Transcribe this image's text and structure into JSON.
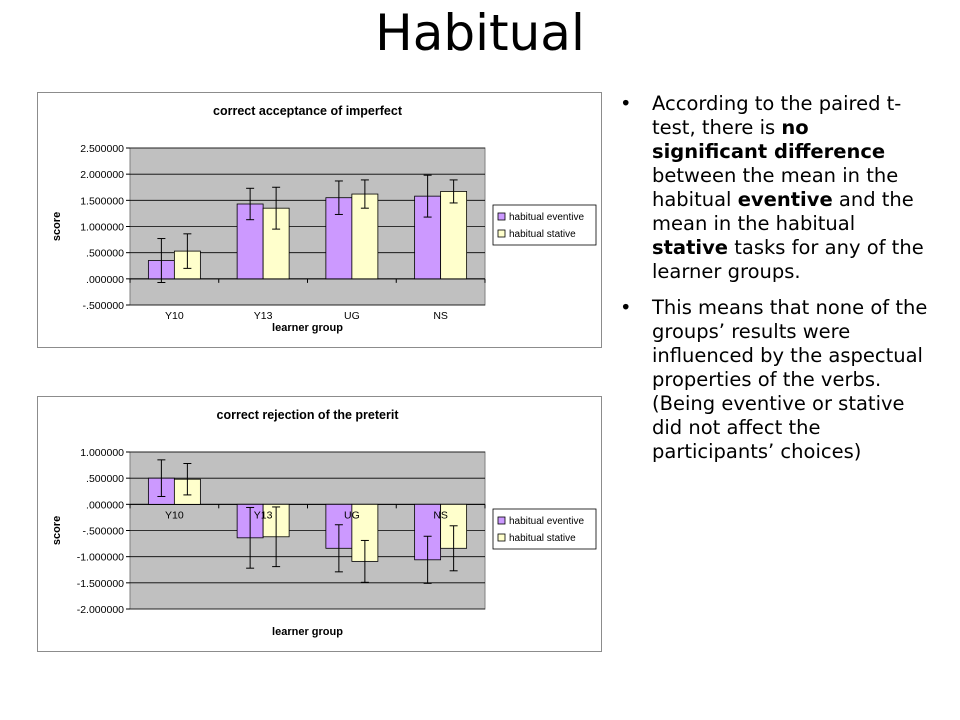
{
  "slide": {
    "title": "Habitual"
  },
  "text": {
    "bullet_char": "•",
    "bullet1": [
      {
        "t": "According to the paired t-test, there is ",
        "b": false
      },
      {
        "t": "no significant difference",
        "b": true
      },
      {
        "t": " between the mean in the habitual ",
        "b": false
      },
      {
        "t": "eventive",
        "b": true
      },
      {
        "t": " and the mean in the habitual ",
        "b": false
      },
      {
        "t": "stative",
        "b": true
      },
      {
        "t": " tasks for any of the learner groups.",
        "b": false
      }
    ],
    "bullet2": [
      {
        "t": "This means that none of the groups’ results were influenced by the aspectual properties of the verbs. (Being eventive or stative did not affect the participants’ choices)",
        "b": false
      }
    ]
  },
  "chart_data": [
    {
      "type": "bar",
      "title": "correct acceptance of imperfect",
      "xlabel": "learner group",
      "ylabel": "score",
      "categories": [
        "Y10",
        "Y13",
        "UG",
        "NS"
      ],
      "ylim": [
        -0.5,
        2.5
      ],
      "ytick_step": 0.5,
      "ytick_labels": [
        "-.500000",
        ".000000",
        ".500000",
        "1.000000",
        "1.500000",
        "2.000000",
        "2.500000"
      ],
      "category_labels_below_axis": true,
      "series": [
        {
          "name": "habitual eventive",
          "color": "#cc99ff",
          "values": [
            0.35,
            1.43,
            1.55,
            1.58
          ],
          "errors": [
            0.42,
            0.3,
            0.32,
            0.4
          ]
        },
        {
          "name": "habitual stative",
          "color": "#ffffcc",
          "values": [
            0.53,
            1.35,
            1.62,
            1.67
          ],
          "errors": [
            0.33,
            0.4,
            0.27,
            0.22
          ]
        }
      ],
      "grid": true,
      "legend": "right",
      "plot_background": "#c0c0c0"
    },
    {
      "type": "bar",
      "title": "correct rejection of the preterit",
      "xlabel": "learner group",
      "ylabel": "score",
      "categories": [
        "Y10",
        "Y13",
        "UG",
        "NS"
      ],
      "ylim": [
        -2.0,
        1.0
      ],
      "ytick_step": 0.5,
      "ytick_labels": [
        "-2.000000",
        "-1.500000",
        "-1.000000",
        "-.500000",
        ".000000",
        ".500000",
        "1.000000"
      ],
      "category_labels_below_axis": false,
      "series": [
        {
          "name": "habitual eventive",
          "color": "#cc99ff",
          "values": [
            0.5,
            -0.64,
            -0.84,
            -1.06
          ],
          "errors": [
            0.35,
            0.58,
            0.45,
            0.45
          ]
        },
        {
          "name": "habitual stative",
          "color": "#ffffcc",
          "values": [
            0.48,
            -0.62,
            -1.09,
            -0.84
          ],
          "errors": [
            0.3,
            0.57,
            0.4,
            0.43
          ]
        }
      ],
      "grid": true,
      "legend": "right",
      "plot_background": "#c0c0c0"
    }
  ]
}
